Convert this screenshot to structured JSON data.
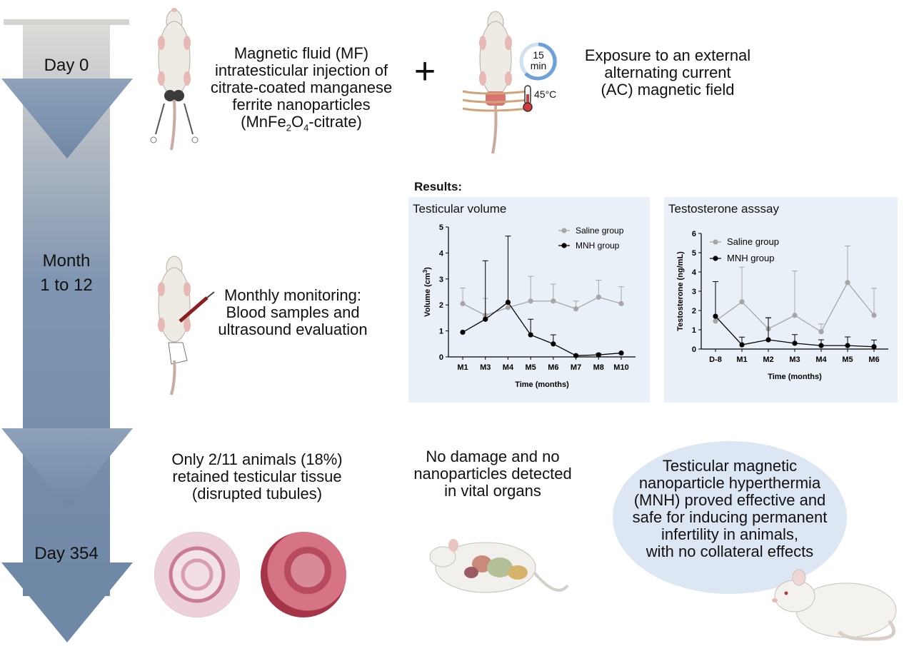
{
  "timeline": {
    "day0": "Day 0",
    "month": "Month",
    "month_range": "1 to 12",
    "day354": "Day 354"
  },
  "step1": {
    "line1": "Magnetic fluid (MF)",
    "line2": "intratesticular injection of",
    "line3": "citrate-coated manganese",
    "line4": "ferrite nanoparticles",
    "formula_a": "(MnFe",
    "formula_sub1": "2",
    "formula_b": "O",
    "formula_sub2": "4",
    "formula_c": "-citrate)"
  },
  "plus_sign": "+",
  "step2": {
    "line1": "Exposure to an external",
    "line2": "alternating current",
    "line3": "(AC) magnetic field",
    "timer_value": "15",
    "timer_unit": "min",
    "temperature": "45°C"
  },
  "monitoring": {
    "line1": "Monthly monitoring:",
    "line2": "Blood samples and",
    "line3": "ultrasound evaluation"
  },
  "results_label": "Results:",
  "outcomes": {
    "histology_line1": "Only 2/11 animals (18%)",
    "histology_line2": "retained testicular tissue",
    "histology_line3": "(disrupted tubules)",
    "organs_line1": "No damage and no",
    "organs_line2": "nanoparticles detected",
    "organs_line3": "in vital organs",
    "conclusion_line1": "Testicular magnetic",
    "conclusion_line2": "nanoparticle hyperthermia",
    "conclusion_line3": "(MNH) proved effective and",
    "conclusion_line4": "safe for inducing permanent",
    "conclusion_line5": "infertility in animals,",
    "conclusion_line6": "with no collateral effects"
  },
  "colors": {
    "arrow_light": "#d8d8d4",
    "arrow_dark": "#6f88a6",
    "panel_bg": "#eaf0f8",
    "saline": "#a6a6a6",
    "mnh": "#000000",
    "bubble": "#dde6f3"
  },
  "chart_data": [
    {
      "type": "line",
      "title": "Testicular volume",
      "xlabel": "Time (months)",
      "ylabel_main": "Volume (cm",
      "ylabel_sup": "3",
      "ylabel_end": ")",
      "ylim": [
        0,
        5
      ],
      "yticks": [
        "0",
        "1",
        "2",
        "3",
        "4",
        "5"
      ],
      "categories": [
        "M1",
        "M3",
        "M4",
        "M5",
        "M6",
        "M7",
        "M8",
        "M10"
      ],
      "legend_position": "top-right",
      "series": [
        {
          "name": "Saline group",
          "values": [
            2.05,
            1.6,
            1.9,
            2.15,
            2.15,
            1.85,
            2.3,
            2.05
          ],
          "error": [
            0.6,
            0.65,
            0.0,
            0.95,
            0.65,
            0.3,
            0.65,
            0.65
          ]
        },
        {
          "name": "MNH group",
          "values": [
            0.95,
            1.45,
            2.1,
            0.85,
            0.5,
            0.05,
            0.08,
            0.15
          ],
          "error": [
            0.0,
            2.25,
            2.55,
            0.6,
            0.35,
            0.0,
            0.05,
            0.0
          ]
        }
      ]
    },
    {
      "type": "line",
      "title": "Testosterone asssay",
      "xlabel": "Time (months)",
      "ylabel": "Testosterone (ng/mL)",
      "ylim": [
        0,
        6
      ],
      "yticks": [
        "0",
        "1",
        "2",
        "3",
        "4",
        "5",
        "6"
      ],
      "categories": [
        "D-8",
        "M1",
        "M2",
        "M3",
        "M4",
        "M5",
        "M6"
      ],
      "legend_position": "top-left",
      "series": [
        {
          "name": "Saline group",
          "values": [
            1.45,
            2.45,
            1.05,
            1.75,
            0.9,
            3.45,
            1.75
          ],
          "error": [
            0.0,
            1.8,
            0.55,
            2.3,
            0.4,
            1.9,
            1.4
          ]
        },
        {
          "name": "MNH group",
          "values": [
            1.7,
            0.22,
            0.48,
            0.3,
            0.18,
            0.18,
            0.12
          ],
          "error": [
            1.8,
            0.4,
            1.15,
            0.45,
            0.3,
            0.45,
            0.35
          ]
        }
      ]
    }
  ]
}
